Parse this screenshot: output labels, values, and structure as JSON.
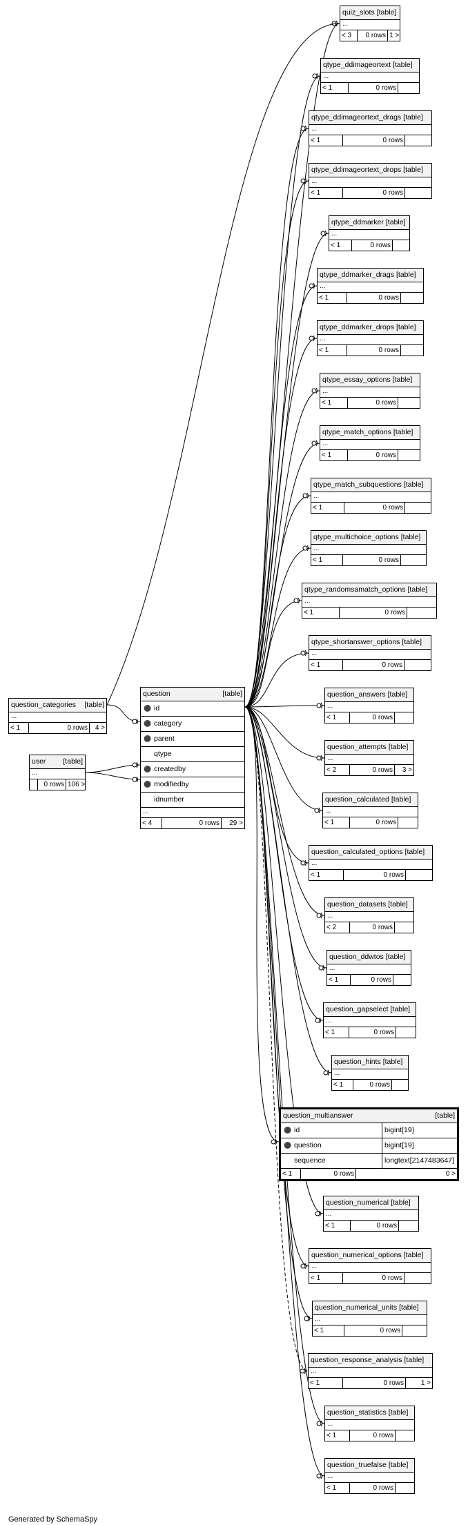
{
  "focus": {
    "name": "question_multianswer",
    "kind": "[table]",
    "columns": [
      {
        "name": "id",
        "type": "bigint[19]",
        "key": "pk"
      },
      {
        "name": "question",
        "type": "bigint[19]",
        "key": "fk"
      },
      {
        "name": "sequence",
        "type": "longtext[2147483647]",
        "key": ""
      }
    ],
    "footer": {
      "parents": "< 1",
      "rows": "0 rows",
      "children": "0 >"
    }
  },
  "question": {
    "name": "question",
    "kind": "[table]",
    "columns": [
      {
        "name": "id",
        "key": "pk"
      },
      {
        "name": "category",
        "key": "fk"
      },
      {
        "name": "parent",
        "key": "fk"
      },
      {
        "name": "qtype",
        "key": ""
      },
      {
        "name": "createdby",
        "key": "fk"
      },
      {
        "name": "modifiedby",
        "key": "fk"
      },
      {
        "name": "idnumber",
        "key": ""
      }
    ],
    "ellipsis": "...",
    "footer": {
      "parents": "< 4",
      "rows": "0 rows",
      "children": "29 >"
    }
  },
  "question_categories": {
    "name": "question_categories",
    "kind": "[table]",
    "ellipsis": "...",
    "footer": {
      "parents": "< 1",
      "rows": "0 rows",
      "children": "4 >"
    }
  },
  "user": {
    "name": "user",
    "kind": "[table]",
    "ellipsis": "...",
    "footer": {
      "parents": "",
      "rows": "0 rows",
      "children": "106 >"
    }
  },
  "children": [
    {
      "name": "quiz_slots",
      "kind": "[table]",
      "ellipsis": "...",
      "footer": {
        "parents": "< 3",
        "rows": "0 rows",
        "children": "1 >"
      }
    },
    {
      "name": "qtype_ddimageortext",
      "kind": "[table]",
      "ellipsis": "...",
      "footer": {
        "parents": "< 1",
        "rows": "0 rows",
        "children": ""
      }
    },
    {
      "name": "qtype_ddimageortext_drags",
      "kind": "[table]",
      "ellipsis": "...",
      "footer": {
        "parents": "< 1",
        "rows": "0 rows",
        "children": ""
      }
    },
    {
      "name": "qtype_ddimageortext_drops",
      "kind": "[table]",
      "ellipsis": "...",
      "footer": {
        "parents": "< 1",
        "rows": "0 rows",
        "children": ""
      }
    },
    {
      "name": "qtype_ddmarker",
      "kind": "[table]",
      "ellipsis": "...",
      "footer": {
        "parents": "< 1",
        "rows": "0 rows",
        "children": ""
      }
    },
    {
      "name": "qtype_ddmarker_drags",
      "kind": "[table]",
      "ellipsis": "...",
      "footer": {
        "parents": "< 1",
        "rows": "0 rows",
        "children": ""
      }
    },
    {
      "name": "qtype_ddmarker_drops",
      "kind": "[table]",
      "ellipsis": "...",
      "footer": {
        "parents": "< 1",
        "rows": "0 rows",
        "children": ""
      }
    },
    {
      "name": "qtype_essay_options",
      "kind": "[table]",
      "ellipsis": "...",
      "footer": {
        "parents": "< 1",
        "rows": "0 rows",
        "children": ""
      }
    },
    {
      "name": "qtype_match_options",
      "kind": "[table]",
      "ellipsis": "...",
      "footer": {
        "parents": "< 1",
        "rows": "0 rows",
        "children": ""
      }
    },
    {
      "name": "qtype_match_subquestions",
      "kind": "[table]",
      "ellipsis": "...",
      "footer": {
        "parents": "< 1",
        "rows": "0 rows",
        "children": ""
      }
    },
    {
      "name": "qtype_multichoice_options",
      "kind": "[table]",
      "ellipsis": "...",
      "footer": {
        "parents": "< 1",
        "rows": "0 rows",
        "children": ""
      }
    },
    {
      "name": "qtype_randomsamatch_options",
      "kind": "[table]",
      "ellipsis": "...",
      "footer": {
        "parents": "< 1",
        "rows": "0 rows",
        "children": ""
      }
    },
    {
      "name": "qtype_shortanswer_options",
      "kind": "[table]",
      "ellipsis": "...",
      "footer": {
        "parents": "< 1",
        "rows": "0 rows",
        "children": ""
      }
    },
    {
      "name": "question_answers",
      "kind": "[table]",
      "ellipsis": "...",
      "footer": {
        "parents": "< 1",
        "rows": "0 rows",
        "children": ""
      }
    },
    {
      "name": "question_attempts",
      "kind": "[table]",
      "ellipsis": "...",
      "footer": {
        "parents": "< 2",
        "rows": "0 rows",
        "children": "3 >"
      }
    },
    {
      "name": "question_calculated",
      "kind": "[table]",
      "ellipsis": "...",
      "footer": {
        "parents": "< 1",
        "rows": "0 rows",
        "children": ""
      }
    },
    {
      "name": "question_calculated_options",
      "kind": "[table]",
      "ellipsis": "...",
      "footer": {
        "parents": "< 1",
        "rows": "0 rows",
        "children": ""
      }
    },
    {
      "name": "question_datasets",
      "kind": "[table]",
      "ellipsis": "...",
      "footer": {
        "parents": "< 2",
        "rows": "0 rows",
        "children": ""
      }
    },
    {
      "name": "question_ddwtos",
      "kind": "[table]",
      "ellipsis": "...",
      "footer": {
        "parents": "< 1",
        "rows": "0 rows",
        "children": ""
      }
    },
    {
      "name": "question_gapselect",
      "kind": "[table]",
      "ellipsis": "...",
      "footer": {
        "parents": "< 1",
        "rows": "0 rows",
        "children": ""
      }
    },
    {
      "name": "question_hints",
      "kind": "[table]",
      "ellipsis": "...",
      "footer": {
        "parents": "< 1",
        "rows": "0 rows",
        "children": ""
      }
    },
    {
      "name": "question_numerical",
      "kind": "[table]",
      "ellipsis": "...",
      "footer": {
        "parents": "< 1",
        "rows": "0 rows",
        "children": ""
      }
    },
    {
      "name": "question_numerical_options",
      "kind": "[table]",
      "ellipsis": "...",
      "footer": {
        "parents": "< 1",
        "rows": "0 rows",
        "children": ""
      }
    },
    {
      "name": "question_numerical_units",
      "kind": "[table]",
      "ellipsis": "...",
      "footer": {
        "parents": "< 1",
        "rows": "0 rows",
        "children": ""
      }
    },
    {
      "name": "question_response_analysis",
      "kind": "[table]",
      "ellipsis": "...",
      "footer": {
        "parents": "< 1",
        "rows": "0 rows",
        "children": "1 >"
      }
    },
    {
      "name": "question_statistics",
      "kind": "[table]",
      "ellipsis": "...",
      "footer": {
        "parents": "< 1",
        "rows": "0 rows",
        "children": ""
      }
    },
    {
      "name": "question_truefalse",
      "kind": "[table]",
      "ellipsis": "...",
      "footer": {
        "parents": "< 1",
        "rows": "0 rows",
        "children": ""
      }
    }
  ],
  "generated_by": "Generated by SchemaSpy",
  "icons": {
    "primary_key": "key-icon",
    "foreign_key": "foreign-key-icon"
  },
  "colors": {
    "key": "#d4a800",
    "foreign_key": "#bbbbbb",
    "header_bg": "#f2f2f2"
  }
}
